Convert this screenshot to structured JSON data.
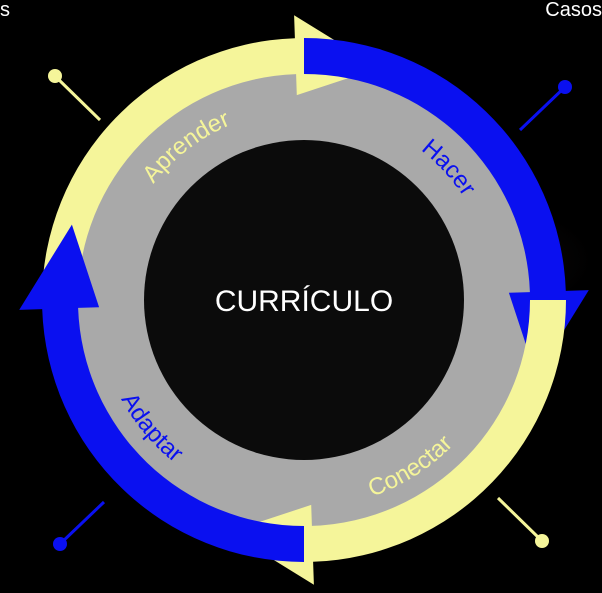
{
  "corner_labels": {
    "left": "s",
    "right": "Casos"
  },
  "center_label": "CURRÍCULO",
  "stages": [
    {
      "label": "Aprender",
      "color": "#F5F59A",
      "label_color": "#F5F59A"
    },
    {
      "label": "Hacer",
      "color": "#0A10F0",
      "label_color": "#0A10F0"
    },
    {
      "label": "Conectar",
      "color": "#F5F59A",
      "label_color": "#F5F59A"
    },
    {
      "label": "Adaptar",
      "color": "#0A10F0",
      "label_color": "#0A10F0"
    }
  ],
  "colors": {
    "ring_gray": "#A9A9A9",
    "center_dark": "#0b0b0b",
    "yellow": "#F5F59A",
    "blue": "#0A10F0"
  }
}
